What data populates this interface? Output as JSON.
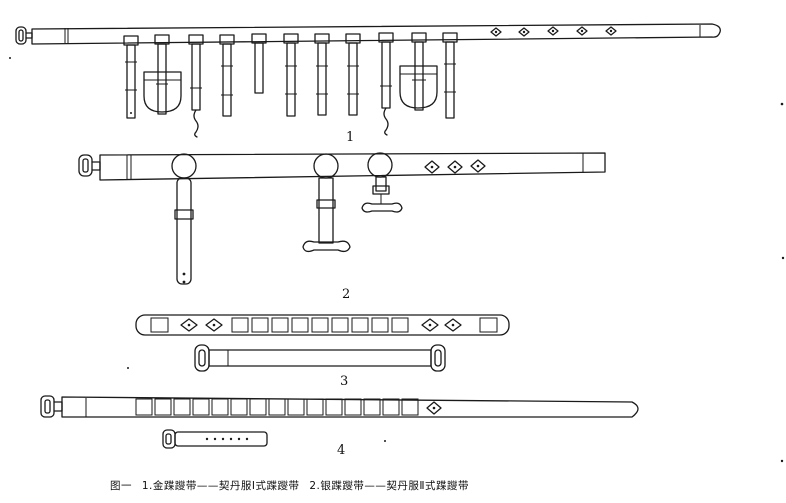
{
  "figure": {
    "labels": {
      "belt1": "1",
      "belt2": "2",
      "belt3": "3",
      "belt4": "4"
    },
    "caption": {
      "prefix": "图一",
      "item1": "1.金蹀躞带——契丹服Ⅰ式蹀躞带",
      "item2": "2.银蹀躞带——契丹服Ⅱ式蹀躞带"
    }
  }
}
